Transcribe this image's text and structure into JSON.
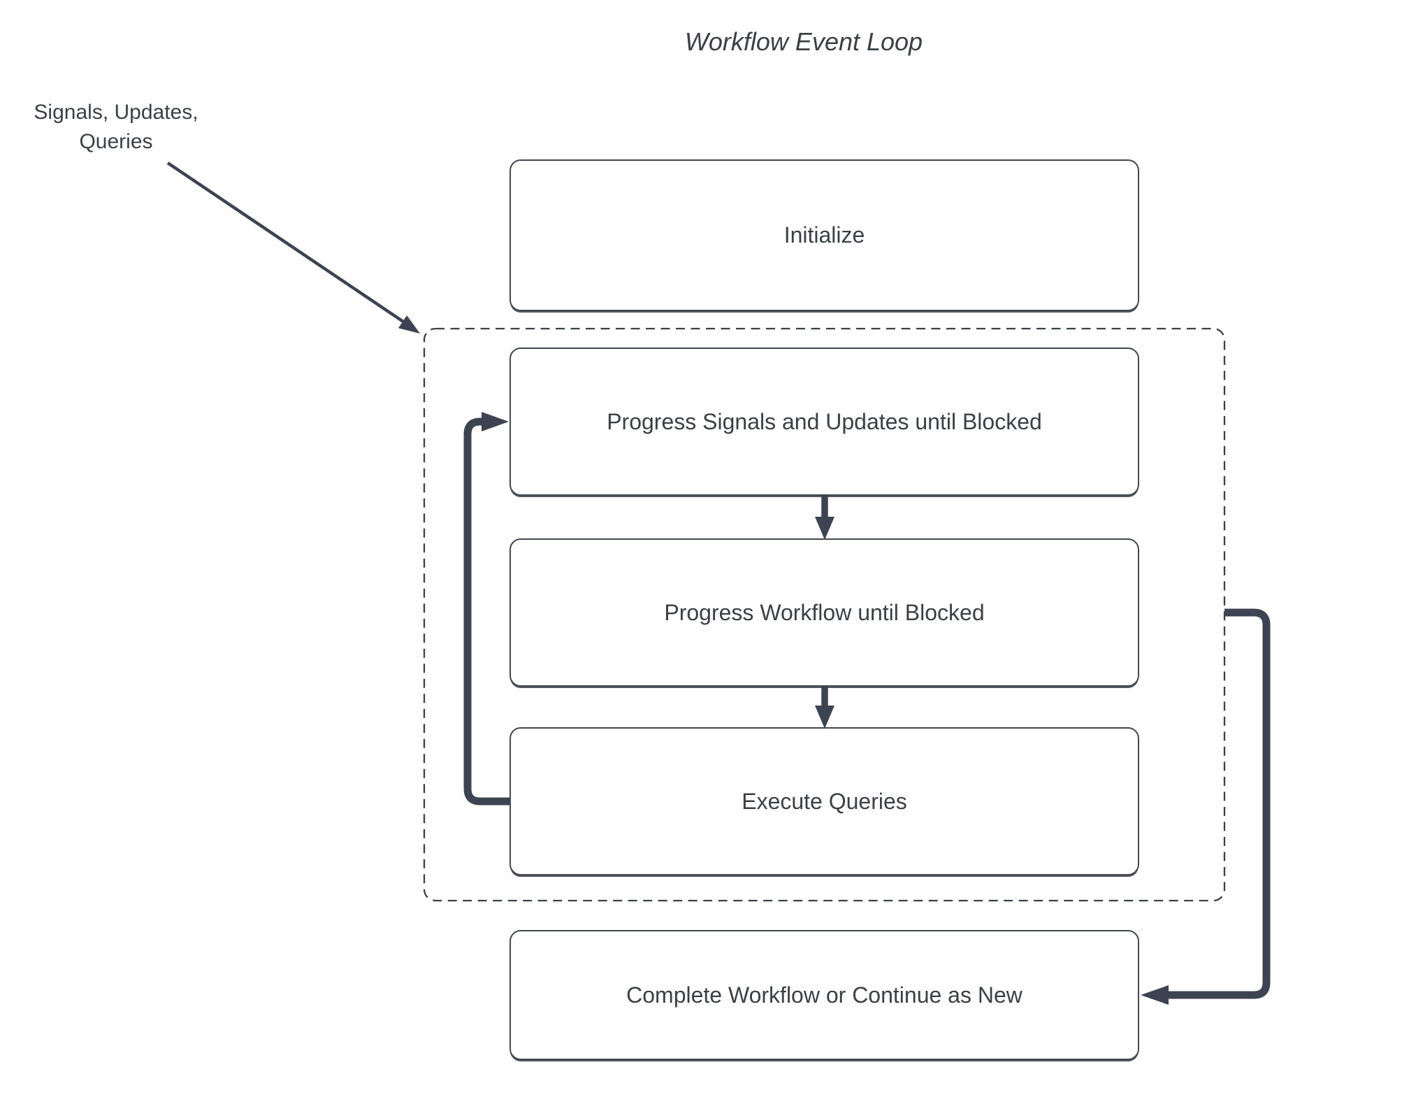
{
  "title": "Workflow Event Loop",
  "annotation": {
    "line1": "Signals, Updates,",
    "line2": "Queries"
  },
  "nodes": {
    "initialize": {
      "label": "Initialize"
    },
    "progress_signals": {
      "label": "Progress Signals and Updates until Blocked"
    },
    "progress_workflow": {
      "label": "Progress Workflow until Blocked"
    },
    "execute_queries": {
      "label": "Execute Queries"
    },
    "complete": {
      "label": "Complete Workflow or Continue as New"
    }
  },
  "group": {
    "name": "event-loop-group",
    "style": "dashed"
  },
  "edges": [
    {
      "from": "signals-updates-queries-label",
      "to": "event-loop-group",
      "style": "thin-arrow"
    },
    {
      "from": "progress_signals",
      "to": "progress_workflow",
      "style": "down-arrow"
    },
    {
      "from": "progress_workflow",
      "to": "execute_queries",
      "style": "down-arrow"
    },
    {
      "from": "execute_queries",
      "to": "progress_signals",
      "style": "loop-back-arrow"
    },
    {
      "from": "event-loop-group",
      "to": "complete",
      "style": "exit-arrow"
    }
  ],
  "colors": {
    "background": "#ffffff",
    "node_fill": "#ffffff",
    "node_border": "#43474e",
    "connector": "#3d4350",
    "dashed_border": "#3a4046",
    "text": "#3c4045"
  }
}
